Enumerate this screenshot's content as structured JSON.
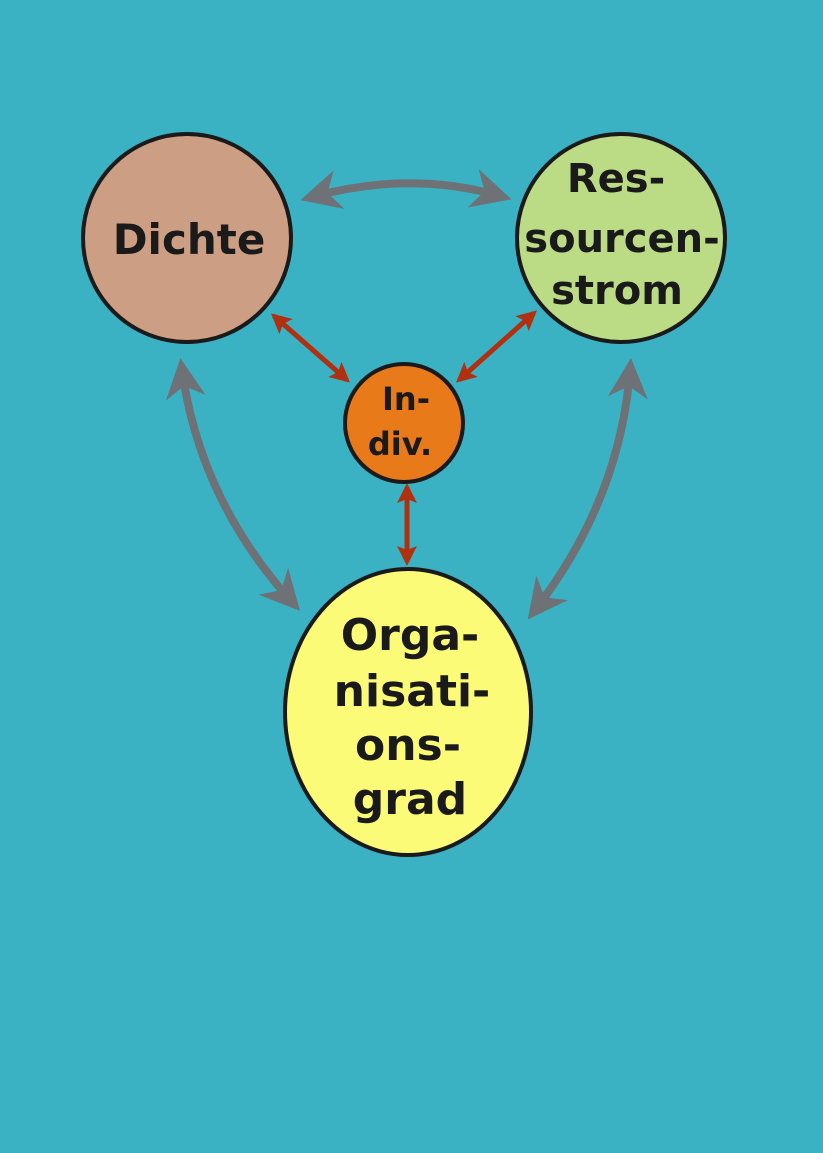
{
  "colors": {
    "background": "#3BB1C4",
    "dichte_fill": "#CC9E83",
    "ressourcenstrom_fill": "#BBDB84",
    "individuum_fill": "#E87A1A",
    "organisationsgrad_fill": "#FCFB77",
    "outline": "#1a1a1a",
    "outer_arrow": "#6E7276",
    "inner_arrow": "#B03010"
  },
  "nodes": {
    "dichte": {
      "lines": [
        "Dichte"
      ]
    },
    "ressourcenstrom": {
      "lines": [
        "Res-",
        "sourcen-",
        "strom"
      ]
    },
    "individuum": {
      "lines": [
        "In-",
        "div."
      ]
    },
    "organisationsgrad": {
      "lines": [
        "Orga-",
        "nisati-",
        "ons-",
        "grad"
      ]
    }
  }
}
